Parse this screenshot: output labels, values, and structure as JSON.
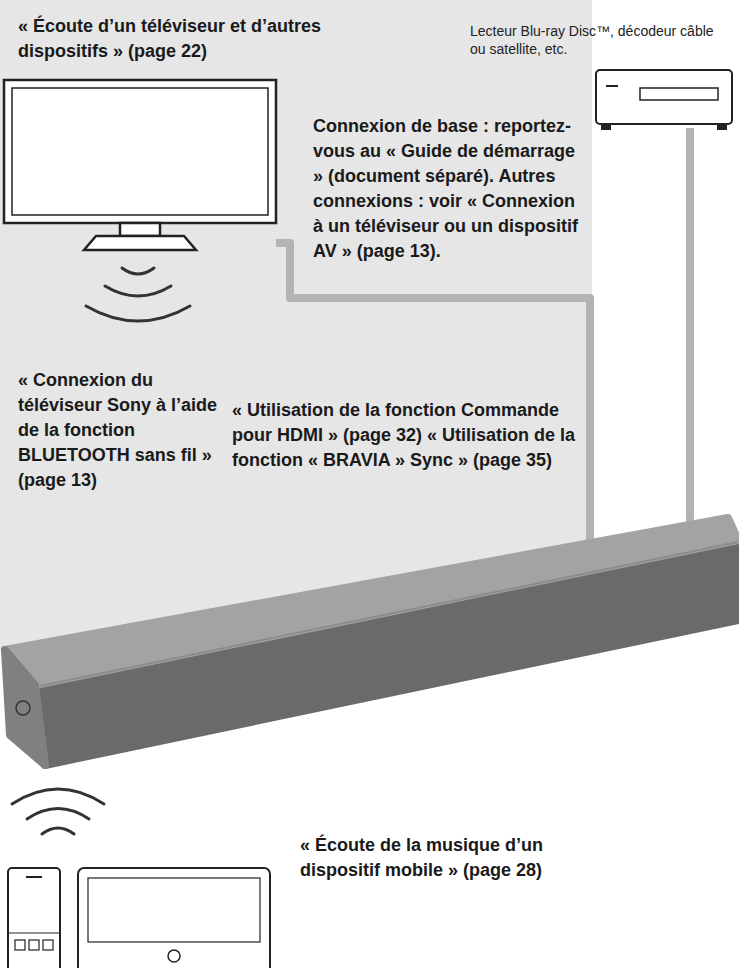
{
  "diagram": {
    "labels": [
      "« Écoute d’un téléviseur et d’autres dispositifs » (page 22)",
      "Lecteur Blu-ray Disc™, décodeur câble ou satellite, etc.",
      "Connexion de base : reportez-vous au « Guide de démarrage » (document séparé). Autres connexions : voir « Connexion à un téléviseur ou un dispositif AV » (page 13).",
      "« Connexion du téléviseur Sony à l’aide de la fonction BLUETOOTH sans fil » (page 13)",
      "« Utilisation de la fonction Commande pour HDMI » (page 32) « Utilisation de la fonction « BRAVIA » Sync » (page 35)",
      "« Écoute de la musique d’un dispositif mobile » (page 28)"
    ]
  }
}
